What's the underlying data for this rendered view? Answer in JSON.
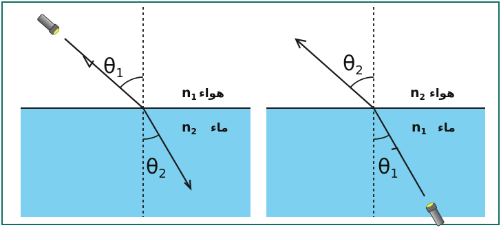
{
  "colors": {
    "frame_border": "#0f6e64",
    "water": "#7dd0f0",
    "ray": "#1a1a1a"
  },
  "left_panel": {
    "air_label": "هواء",
    "air_index": {
      "base": "n",
      "sub": "1"
    },
    "water_label": "ماء",
    "water_index": {
      "base": "n",
      "sub": "2"
    },
    "incident_angle": {
      "symbol": "θ",
      "sub": "1"
    },
    "refracted_angle": {
      "symbol": "θ",
      "sub": "2"
    },
    "light_source_icon": "flashlight-icon"
  },
  "right_panel": {
    "air_label": "هواء",
    "air_index": {
      "base": "n",
      "sub": "2"
    },
    "water_label": "ماء",
    "water_index": {
      "base": "n",
      "sub": "1"
    },
    "incident_angle": {
      "symbol": "θ",
      "sub": "1"
    },
    "refracted_angle": {
      "symbol": "θ",
      "sub": "2"
    },
    "light_source_icon": "flashlight-icon"
  }
}
